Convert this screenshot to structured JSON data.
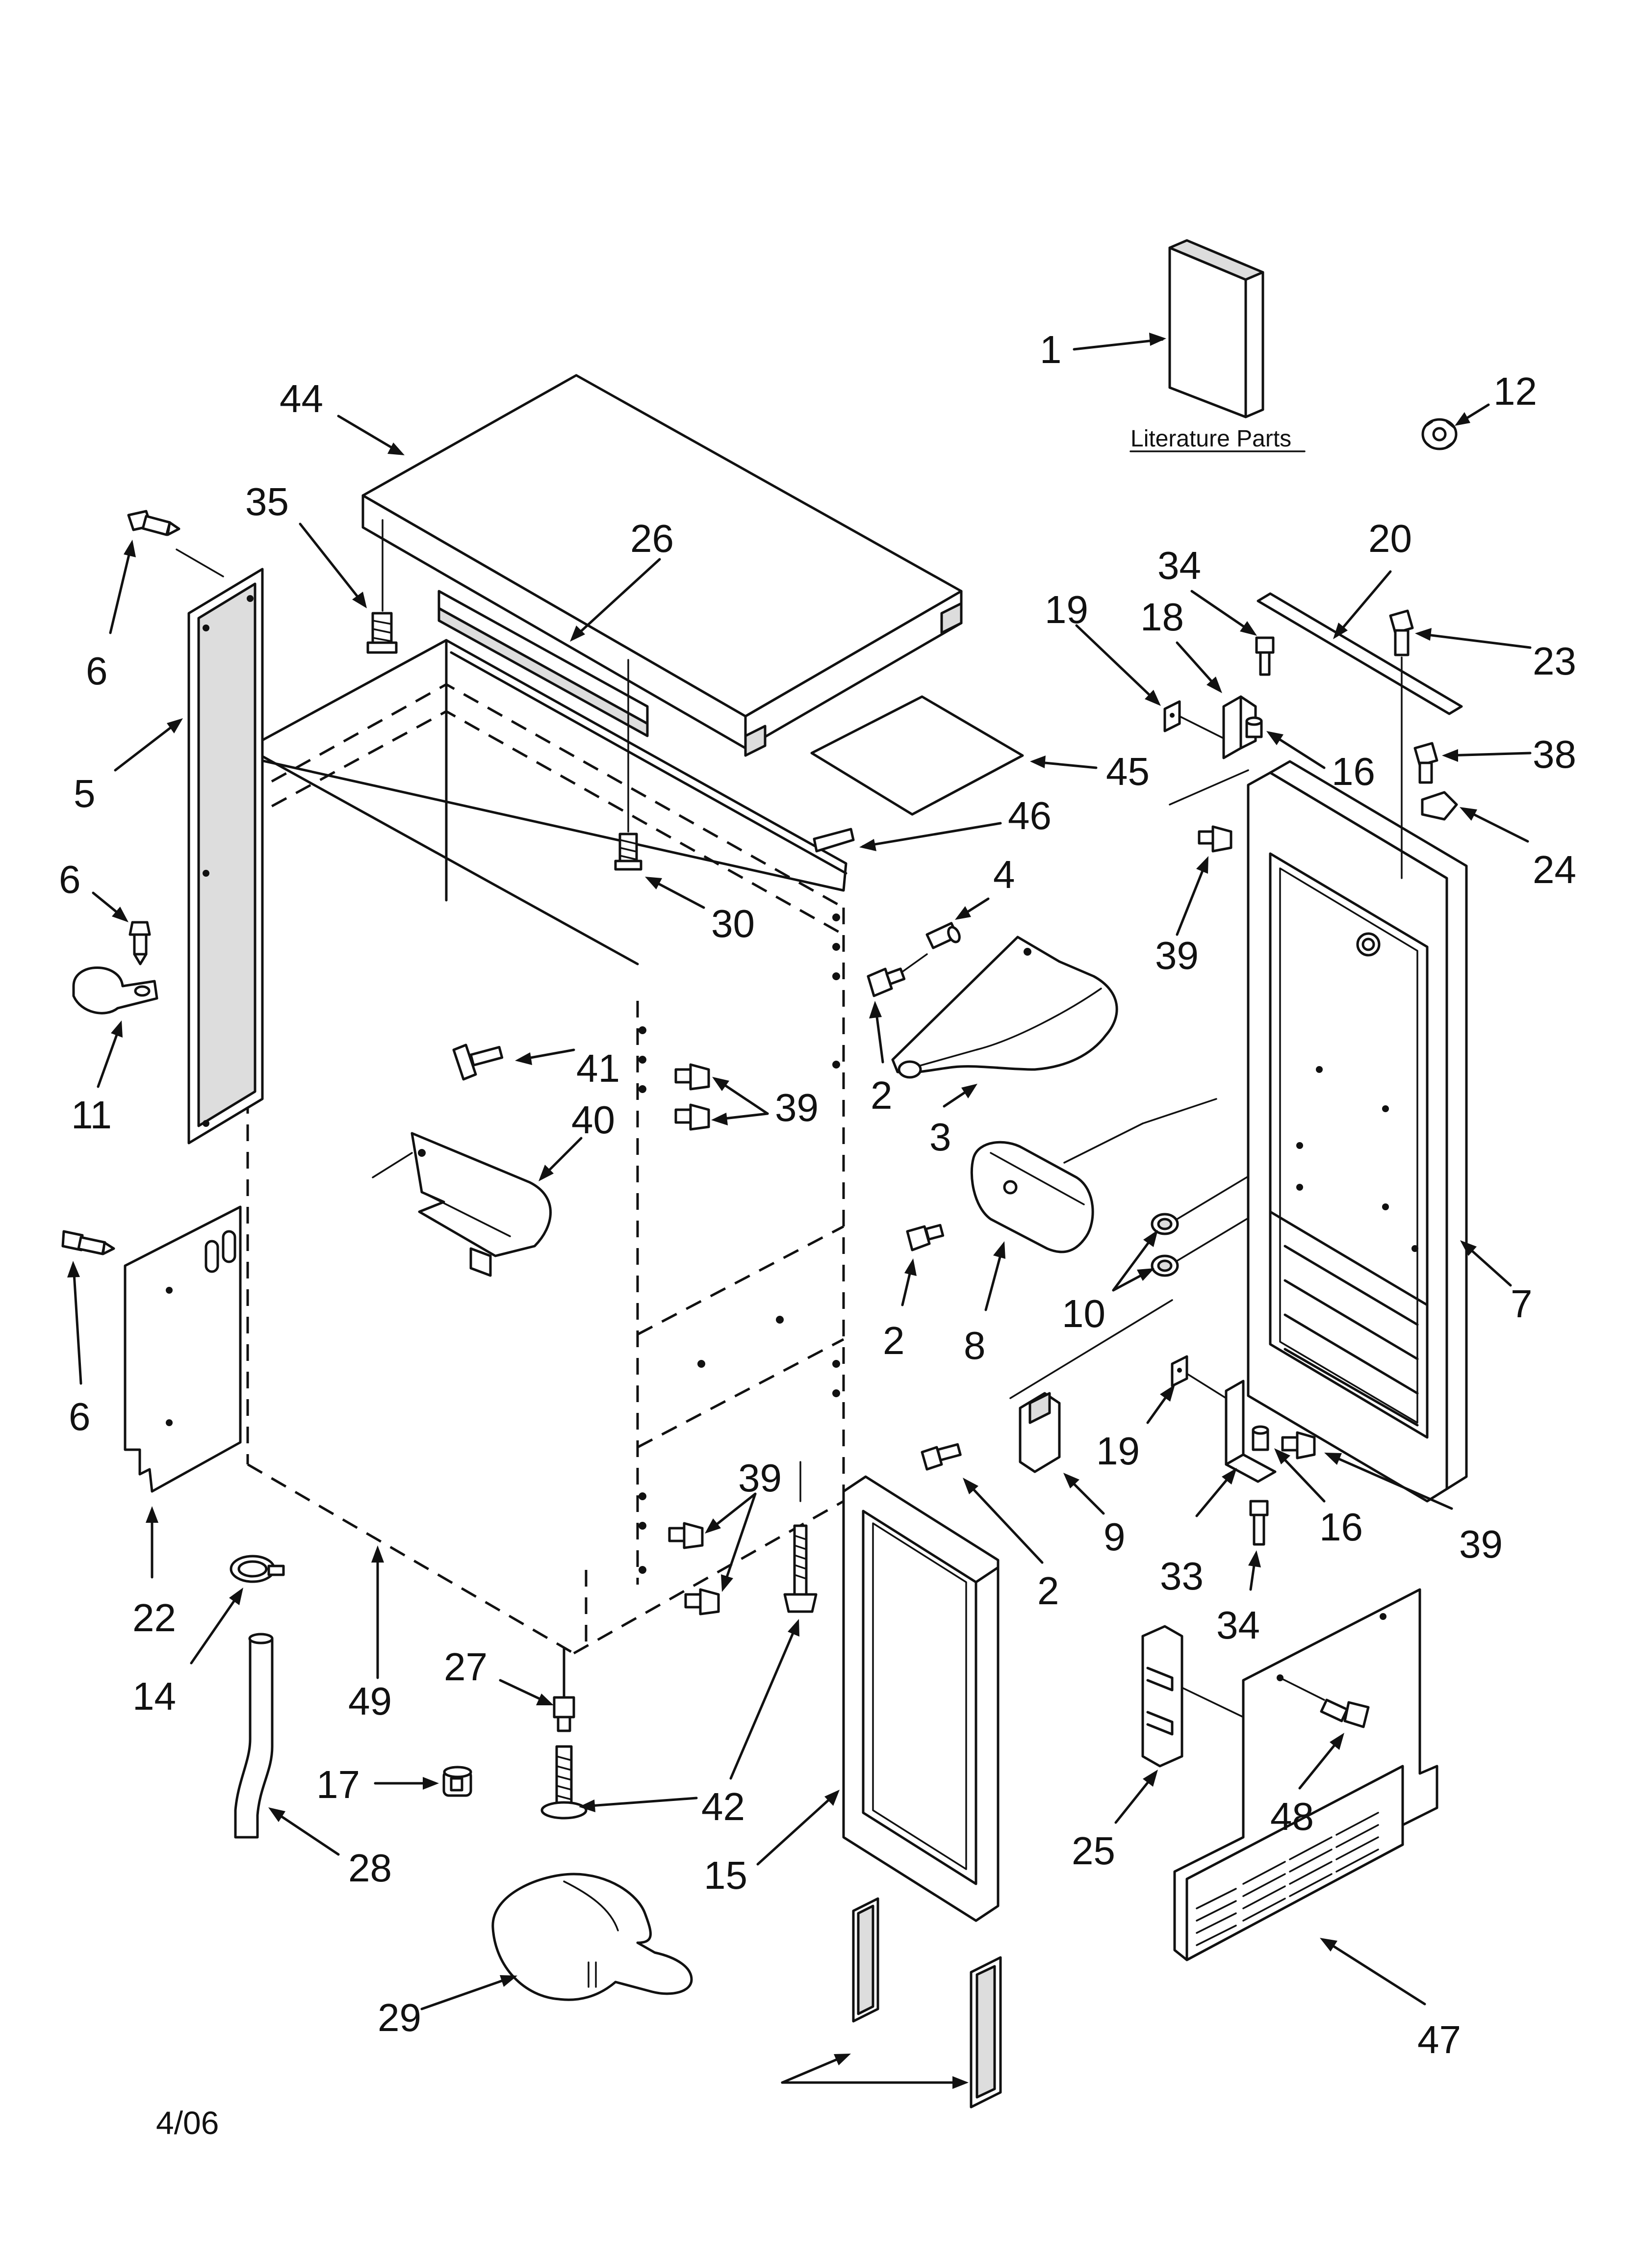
{
  "colors": {
    "ink": "#111111",
    "paper": "#ffffff",
    "shade": "#dddddd"
  },
  "literature_label": "Literature Parts",
  "date_code": "4/06",
  "callouts": {
    "p1": "1",
    "p12": "12",
    "p44": "44",
    "p35": "35",
    "p26": "26",
    "p6a": "6",
    "p5": "5",
    "p6b": "6",
    "p11": "11",
    "p6c": "6",
    "p22": "22",
    "p14": "14",
    "p28": "28",
    "p17": "17",
    "p29": "29",
    "p49": "49",
    "p27": "27",
    "p42": "42",
    "p15": "15",
    "p30": "30",
    "p46": "46",
    "p45": "45",
    "p41": "41",
    "p40": "40",
    "p39a": "39",
    "p39b": "39",
    "p4": "4",
    "p2a": "2",
    "p3": "3",
    "p2b": "2",
    "p8": "8",
    "p10": "10",
    "p2c": "2",
    "p9": "9",
    "p19a": "19",
    "p18": "18",
    "p34a": "34",
    "p20": "20",
    "p23": "23",
    "p16a": "16",
    "p38": "38",
    "p24": "24",
    "p39c": "39",
    "p7": "7",
    "p19b": "19",
    "p33": "33",
    "p16b": "16",
    "p34b": "34",
    "p39d": "39",
    "p25": "25",
    "p48": "48",
    "p47": "47"
  }
}
